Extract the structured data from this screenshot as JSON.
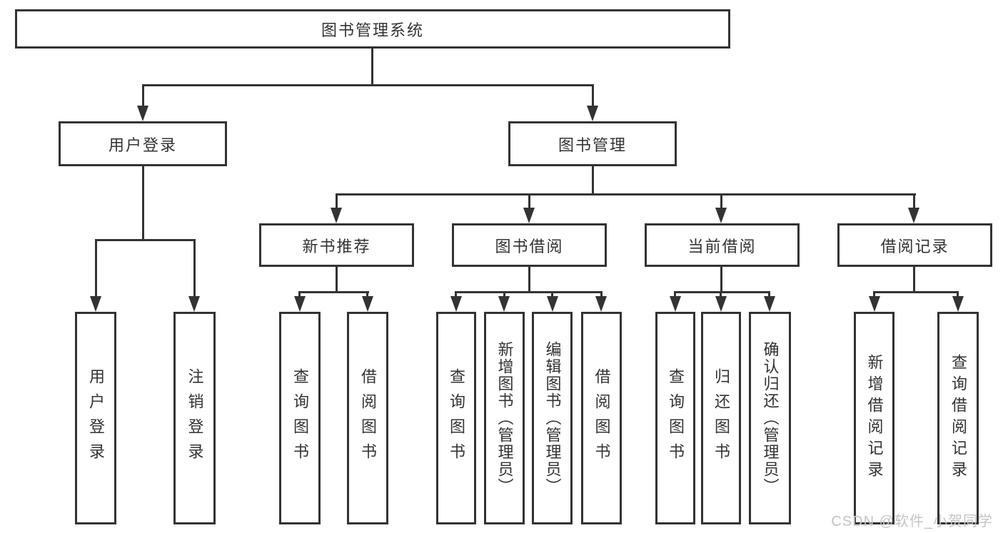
{
  "colors": {
    "line": "#333333",
    "text": "#333333",
    "box_bg": "#ffffff",
    "watermark": "#c4c4c4"
  },
  "watermark": {
    "text": "CSDN @软件_小贺同学"
  },
  "tree": {
    "root": {
      "label": "图书管理系统",
      "children": [
        {
          "label": "用户登录",
          "children": [
            {
              "label": "用户登录"
            },
            {
              "label": "注销登录"
            }
          ]
        },
        {
          "label": "图书管理",
          "children": [
            {
              "label": "新书推荐",
              "children": [
                {
                  "label": "查询图书"
                },
                {
                  "label": "借阅图书"
                }
              ]
            },
            {
              "label": "图书借阅",
              "children": [
                {
                  "label": "查询图书"
                },
                {
                  "label": "新增图书（管理员）"
                },
                {
                  "label": "编辑图书（管理员）"
                },
                {
                  "label": "借阅图书"
                }
              ]
            },
            {
              "label": "当前借阅",
              "children": [
                {
                  "label": "查询图书"
                },
                {
                  "label": "归还图书"
                },
                {
                  "label": "确认归还（管理员）"
                }
              ]
            },
            {
              "label": "借阅记录",
              "children": [
                {
                  "label": "新增借阅记录"
                },
                {
                  "label": "查询借阅记录"
                }
              ]
            }
          ]
        }
      ]
    }
  }
}
